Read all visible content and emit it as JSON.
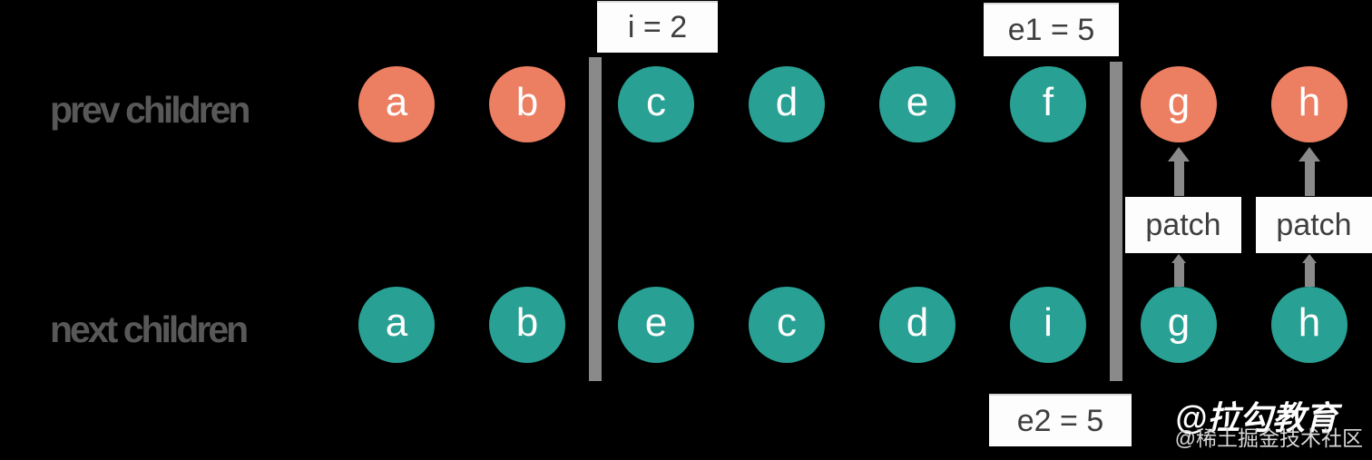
{
  "palette": {
    "orange": "#EC7E62",
    "teal": "#29A094",
    "divider": "#8A8A8A",
    "arrow": "#8A8A8A",
    "row_label_text": "#585858",
    "box_text": "#3E3E3E",
    "background": "#000000"
  },
  "rows": [
    {
      "label": "prev children",
      "nodes": [
        {
          "letter": "a",
          "color": "orange"
        },
        {
          "letter": "b",
          "color": "orange"
        },
        {
          "letter": "c",
          "color": "teal"
        },
        {
          "letter": "d",
          "color": "teal"
        },
        {
          "letter": "e",
          "color": "teal"
        },
        {
          "letter": "f",
          "color": "teal"
        },
        {
          "letter": "g",
          "color": "orange"
        },
        {
          "letter": "h",
          "color": "orange"
        }
      ]
    },
    {
      "label": "next children",
      "nodes": [
        {
          "letter": "a",
          "color": "teal"
        },
        {
          "letter": "b",
          "color": "teal"
        },
        {
          "letter": "e",
          "color": "teal"
        },
        {
          "letter": "c",
          "color": "teal"
        },
        {
          "letter": "d",
          "color": "teal"
        },
        {
          "letter": "i",
          "color": "teal"
        },
        {
          "letter": "g",
          "color": "teal"
        },
        {
          "letter": "h",
          "color": "teal"
        }
      ]
    }
  ],
  "markers": {
    "index": "i = 2",
    "end1": "e1 = 5",
    "end2": "e2 = 5"
  },
  "patch": {
    "label_left": "patch",
    "label_right": "patch"
  },
  "watermark": {
    "primary": "@拉勾教育",
    "secondary": "@稀土掘金技术社区"
  }
}
